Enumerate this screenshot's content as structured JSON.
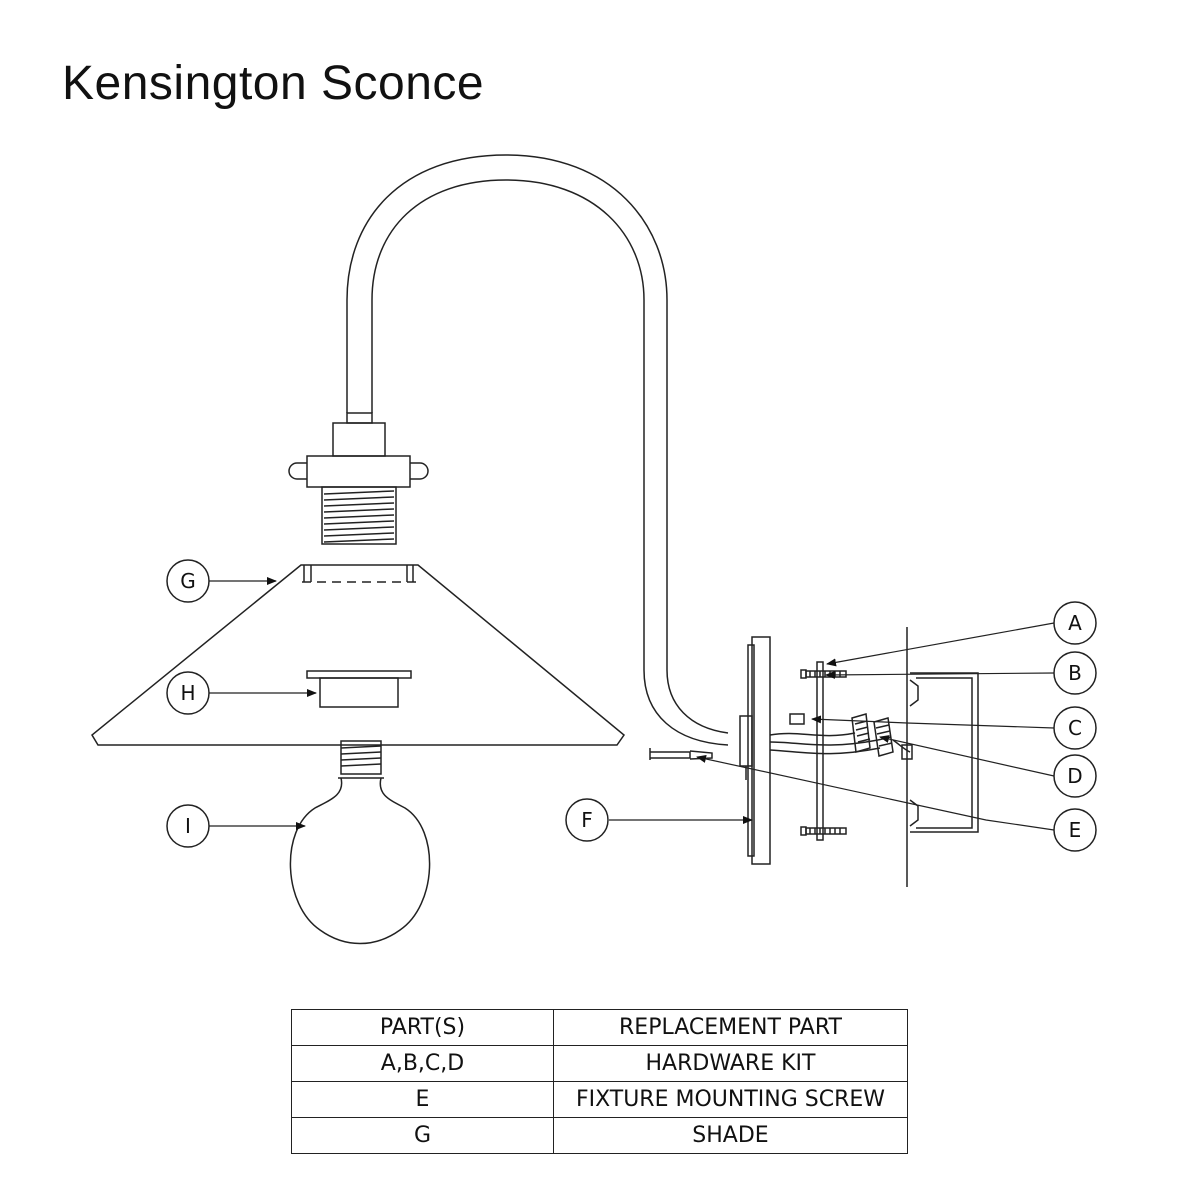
{
  "title": "Kensington Sconce",
  "callouts": {
    "A": "A",
    "B": "B",
    "C": "C",
    "D": "D",
    "E": "E",
    "F": "F",
    "G": "G",
    "H": "H",
    "I": "I"
  },
  "table": {
    "header": [
      "PART(S)",
      "REPLACEMENT PART"
    ],
    "rows": [
      [
        "A,B,C,D",
        "HARDWARE KIT"
      ],
      [
        "E",
        "FIXTURE MOUNTING SCREW"
      ],
      [
        "G",
        "SHADE"
      ]
    ]
  }
}
